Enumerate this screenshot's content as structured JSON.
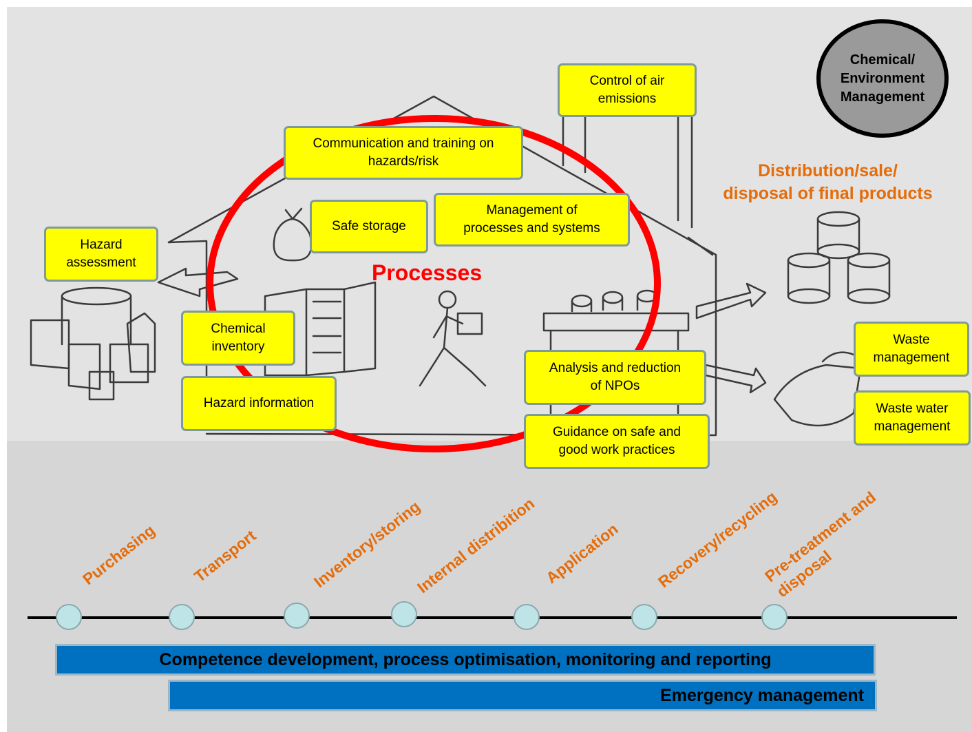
{
  "badge": {
    "text": "Chemical/\nEnvironment\nManagement"
  },
  "boxes": {
    "control_air": "Control of air\nemissions",
    "communication": "Communication  and training on\nhazards/risk",
    "safe_storage": "Safe storage",
    "management_processes": "Management  of\nprocesses and systems",
    "hazard_assessment": "Hazard\nassessment",
    "chemical_inventory": "Chemical\ninventory",
    "hazard_information": "Hazard information",
    "analysis_npos": "Analysis and reduction\nof NPOs",
    "guidance": "Guidance on safe and\ngood work practices",
    "waste_management": "Waste\nmanagement",
    "waste_water": "Waste water\nmanagement"
  },
  "center_label": "Processes",
  "distribution_title": "Distribution/sale/\ndisposal of final products",
  "stages": [
    "Purchasing",
    "Transport",
    "Inventory/storing",
    "Internal distribition",
    "Application",
    "Recovery/recycling",
    "Pre-treatment and\ndisposal"
  ],
  "bars": {
    "competence": "Competence development, process optimisation, monitoring and reporting",
    "emergency": "Emergency management"
  },
  "colors": {
    "box_fill": "#ffff00",
    "ring": "#ff0000",
    "orange_text": "#e46c0a",
    "bar_fill": "#0070c0",
    "node_fill": "#bfe4e8"
  }
}
